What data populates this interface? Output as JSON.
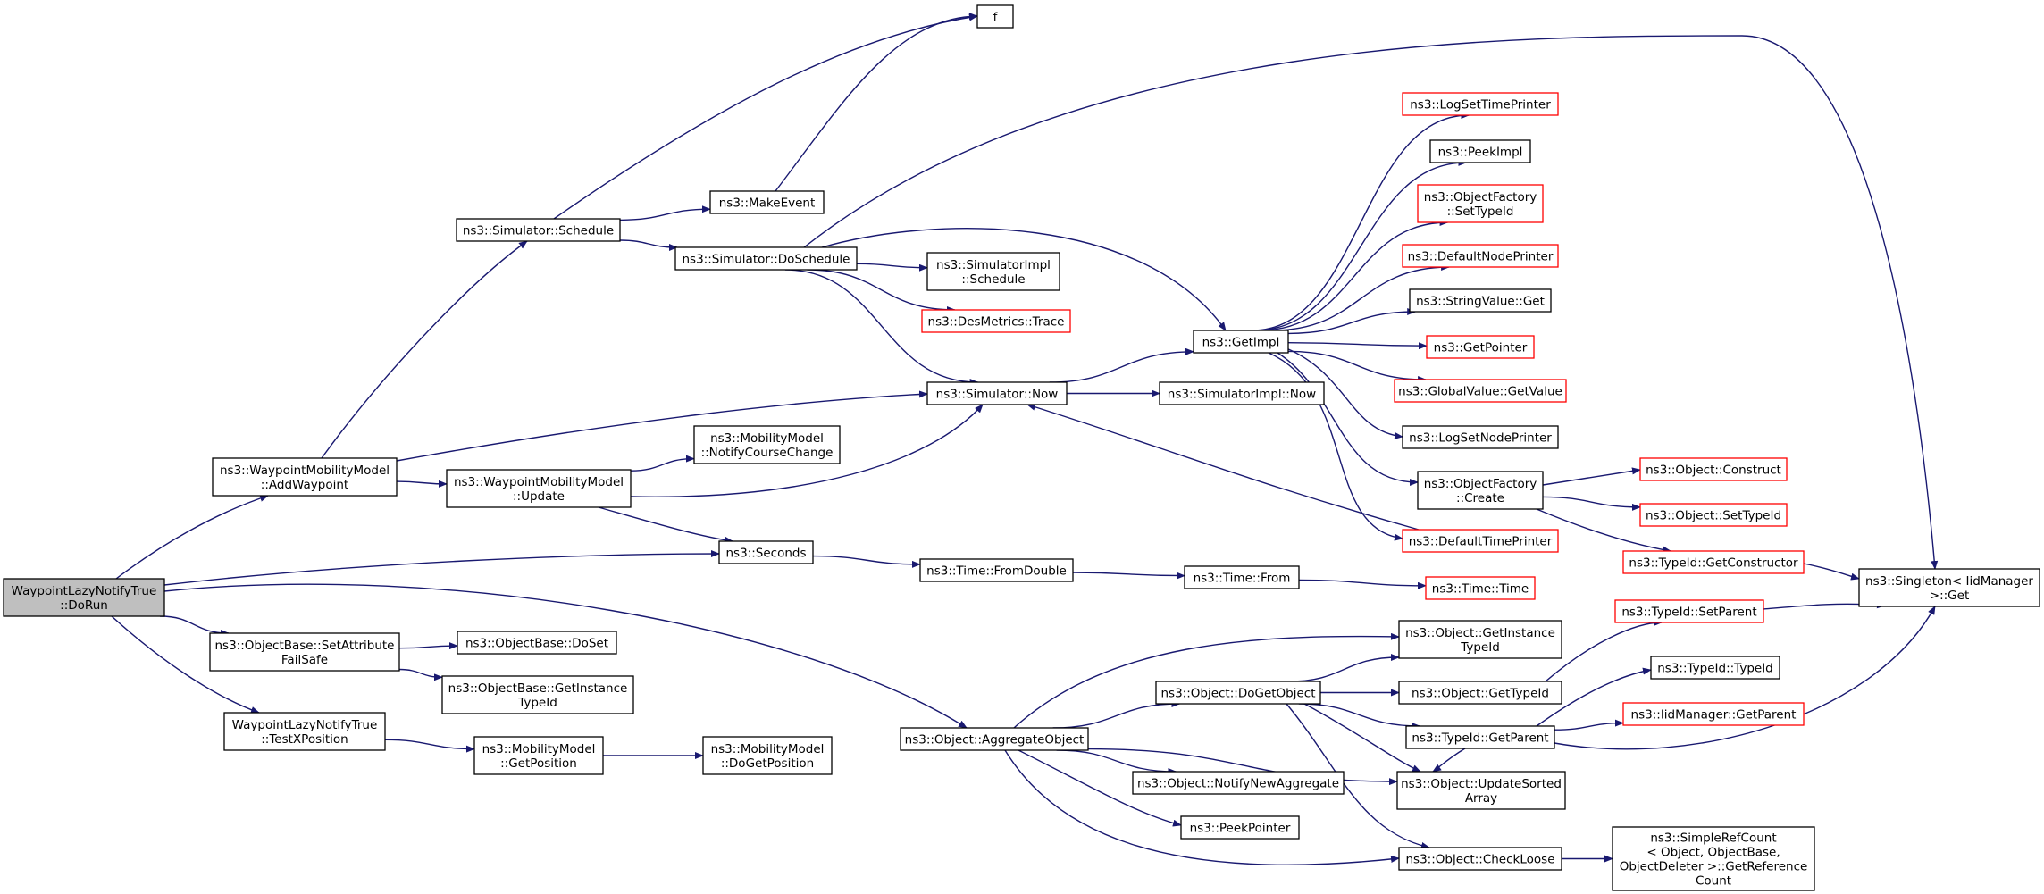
{
  "colors": {
    "edge": "#191970",
    "node_border": "#000000",
    "node_border_truncated": "#ff0000",
    "root_fill": "#bfbfbf",
    "node_fill": "#ffffff"
  },
  "nodes": {
    "n_dorun": {
      "lines": [
        "WaypointLazyNotifyTrue",
        "::DoRun"
      ],
      "style": "root"
    },
    "n_addwaypoint": {
      "lines": [
        "ns3::WaypointMobilityModel",
        "::AddWaypoint"
      ],
      "style": "normal"
    },
    "n_setattrfs": {
      "lines": [
        "ns3::ObjectBase::SetAttribute",
        "FailSafe"
      ],
      "style": "normal"
    },
    "n_testx": {
      "lines": [
        "WaypointLazyNotifyTrue",
        "::TestXPosition"
      ],
      "style": "normal"
    },
    "n_schedule": {
      "lines": [
        "ns3::Simulator::Schedule"
      ],
      "style": "normal"
    },
    "n_f": {
      "lines": [
        "f"
      ],
      "style": "normal"
    },
    "n_makeevent": {
      "lines": [
        "ns3::MakeEvent"
      ],
      "style": "normal"
    },
    "n_doschedule": {
      "lines": [
        "ns3::Simulator::DoSchedule"
      ],
      "style": "normal"
    },
    "n_simimplschedule": {
      "lines": [
        "ns3::SimulatorImpl",
        "::Schedule"
      ],
      "style": "normal"
    },
    "n_desmetrics": {
      "lines": [
        "ns3::DesMetrics::Trace"
      ],
      "style": "truncated"
    },
    "n_now": {
      "lines": [
        "ns3::Simulator::Now"
      ],
      "style": "normal"
    },
    "n_simimplnow": {
      "lines": [
        "ns3::SimulatorImpl::Now"
      ],
      "style": "normal"
    },
    "n_getimpl": {
      "lines": [
        "ns3::GetImpl"
      ],
      "style": "normal"
    },
    "n_wmmupdate": {
      "lines": [
        "ns3::WaypointMobilityModel",
        "::Update"
      ],
      "style": "normal"
    },
    "n_notifycc": {
      "lines": [
        "ns3::MobilityModel",
        "::NotifyCourseChange"
      ],
      "style": "normal"
    },
    "n_seconds": {
      "lines": [
        "ns3::Seconds"
      ],
      "style": "normal"
    },
    "n_fromdouble": {
      "lines": [
        "ns3::Time::FromDouble"
      ],
      "style": "normal"
    },
    "n_timefrom": {
      "lines": [
        "ns3::Time::From"
      ],
      "style": "normal"
    },
    "n_timetime": {
      "lines": [
        "ns3::Time::Time"
      ],
      "style": "truncated"
    },
    "n_logsettime": {
      "lines": [
        "ns3::LogSetTimePrinter"
      ],
      "style": "truncated"
    },
    "n_peekimpl": {
      "lines": [
        "ns3::PeekImpl"
      ],
      "style": "normal"
    },
    "n_ofsettypeid": {
      "lines": [
        "ns3::ObjectFactory",
        "::SetTypeId"
      ],
      "style": "truncated"
    },
    "n_defnodeprinter": {
      "lines": [
        "ns3::DefaultNodePrinter"
      ],
      "style": "truncated"
    },
    "n_strvalget": {
      "lines": [
        "ns3::StringValue::Get"
      ],
      "style": "normal"
    },
    "n_getpointer": {
      "lines": [
        "ns3::GetPointer"
      ],
      "style": "truncated"
    },
    "n_gvgetvalue": {
      "lines": [
        "ns3::GlobalValue::GetValue"
      ],
      "style": "truncated"
    },
    "n_logsetnode": {
      "lines": [
        "ns3::LogSetNodePrinter"
      ],
      "style": "normal"
    },
    "n_ofcreate": {
      "lines": [
        "ns3::ObjectFactory",
        "::Create"
      ],
      "style": "normal"
    },
    "n_deftimeprinter": {
      "lines": [
        "ns3::DefaultTimePrinter"
      ],
      "style": "truncated"
    },
    "n_objconstruct": {
      "lines": [
        "ns3::Object::Construct"
      ],
      "style": "truncated"
    },
    "n_objsettypeid": {
      "lines": [
        "ns3::Object::SetTypeId"
      ],
      "style": "truncated"
    },
    "n_getconstructor": {
      "lines": [
        "ns3::TypeId::GetConstructor"
      ],
      "style": "truncated"
    },
    "n_singleton": {
      "lines": [
        "ns3::Singleton< IidManager",
        " >::Get"
      ],
      "style": "normal"
    },
    "n_obdoset": {
      "lines": [
        "ns3::ObjectBase::DoSet"
      ],
      "style": "normal"
    },
    "n_obgetinst": {
      "lines": [
        "ns3::ObjectBase::GetInstance",
        "TypeId"
      ],
      "style": "normal"
    },
    "n_getposition": {
      "lines": [
        "ns3::MobilityModel",
        "::GetPosition"
      ],
      "style": "normal"
    },
    "n_dogetposition": {
      "lines": [
        "ns3::MobilityModel",
        "::DoGetPosition"
      ],
      "style": "normal"
    },
    "n_aggregate": {
      "lines": [
        "ns3::Object::AggregateObject"
      ],
      "style": "normal"
    },
    "n_dogetobject": {
      "lines": [
        "ns3::Object::DoGetObject"
      ],
      "style": "normal"
    },
    "n_notifynewagg": {
      "lines": [
        "ns3::Object::NotifyNewAggregate"
      ],
      "style": "normal"
    },
    "n_peekpointer": {
      "lines": [
        "ns3::PeekPointer"
      ],
      "style": "normal"
    },
    "n_objgetinst": {
      "lines": [
        "ns3::Object::GetInstance",
        "TypeId"
      ],
      "style": "normal"
    },
    "n_objgettypeid": {
      "lines": [
        "ns3::Object::GetTypeId"
      ],
      "style": "normal"
    },
    "n_tidgetparent": {
      "lines": [
        "ns3::TypeId::GetParent"
      ],
      "style": "normal"
    },
    "n_updatesorted": {
      "lines": [
        "ns3::Object::UpdateSorted",
        "Array"
      ],
      "style": "normal"
    },
    "n_checkloose": {
      "lines": [
        "ns3::Object::CheckLoose"
      ],
      "style": "normal"
    },
    "n_tidsetparent": {
      "lines": [
        "ns3::TypeId::SetParent"
      ],
      "style": "truncated"
    },
    "n_tidtypeid": {
      "lines": [
        "ns3::TypeId::TypeId"
      ],
      "style": "normal"
    },
    "n_iidgetparent": {
      "lines": [
        "ns3::IidManager::GetParent"
      ],
      "style": "truncated"
    },
    "n_simplerefcount": {
      "lines": [
        "ns3::SimpleRefCount",
        "< Object, ObjectBase,",
        " ObjectDeleter >::GetReference",
        "Count"
      ],
      "style": "normal"
    }
  },
  "edges": [
    [
      "n_dorun",
      "n_addwaypoint"
    ],
    [
      "n_dorun",
      "n_seconds"
    ],
    [
      "n_dorun",
      "n_setattrfs"
    ],
    [
      "n_dorun",
      "n_testx"
    ],
    [
      "n_dorun",
      "n_aggregate"
    ],
    [
      "n_addwaypoint",
      "n_schedule"
    ],
    [
      "n_addwaypoint",
      "n_now"
    ],
    [
      "n_addwaypoint",
      "n_wmmupdate"
    ],
    [
      "n_schedule",
      "n_f"
    ],
    [
      "n_schedule",
      "n_makeevent"
    ],
    [
      "n_schedule",
      "n_doschedule"
    ],
    [
      "n_makeevent",
      "n_f"
    ],
    [
      "n_doschedule",
      "n_singleton"
    ],
    [
      "n_doschedule",
      "n_getimpl"
    ],
    [
      "n_doschedule",
      "n_simimplschedule"
    ],
    [
      "n_doschedule",
      "n_desmetrics"
    ],
    [
      "n_doschedule",
      "n_now"
    ],
    [
      "n_now",
      "n_getimpl"
    ],
    [
      "n_now",
      "n_simimplnow"
    ],
    [
      "n_getimpl",
      "n_logsettime"
    ],
    [
      "n_getimpl",
      "n_peekimpl"
    ],
    [
      "n_getimpl",
      "n_ofsettypeid"
    ],
    [
      "n_getimpl",
      "n_defnodeprinter"
    ],
    [
      "n_getimpl",
      "n_strvalget"
    ],
    [
      "n_getimpl",
      "n_getpointer"
    ],
    [
      "n_getimpl",
      "n_gvgetvalue"
    ],
    [
      "n_getimpl",
      "n_logsetnode"
    ],
    [
      "n_getimpl",
      "n_ofcreate"
    ],
    [
      "n_getimpl",
      "n_deftimeprinter"
    ],
    [
      "n_deftimeprinter",
      "n_now"
    ],
    [
      "n_ofcreate",
      "n_objconstruct"
    ],
    [
      "n_ofcreate",
      "n_objsettypeid"
    ],
    [
      "n_ofcreate",
      "n_getconstructor"
    ],
    [
      "n_getconstructor",
      "n_singleton"
    ],
    [
      "n_wmmupdate",
      "n_notifycc"
    ],
    [
      "n_wmmupdate",
      "n_now"
    ],
    [
      "n_wmmupdate",
      "n_seconds"
    ],
    [
      "n_seconds",
      "n_fromdouble"
    ],
    [
      "n_fromdouble",
      "n_timefrom"
    ],
    [
      "n_timefrom",
      "n_timetime"
    ],
    [
      "n_setattrfs",
      "n_obdoset"
    ],
    [
      "n_setattrfs",
      "n_obgetinst"
    ],
    [
      "n_testx",
      "n_getposition"
    ],
    [
      "n_getposition",
      "n_dogetposition"
    ],
    [
      "n_aggregate",
      "n_objgetinst"
    ],
    [
      "n_aggregate",
      "n_dogetobject"
    ],
    [
      "n_aggregate",
      "n_notifynewagg"
    ],
    [
      "n_aggregate",
      "n_peekpointer"
    ],
    [
      "n_aggregate",
      "n_updatesorted"
    ],
    [
      "n_aggregate",
      "n_checkloose"
    ],
    [
      "n_dogetobject",
      "n_objgetinst"
    ],
    [
      "n_dogetobject",
      "n_objgettypeid"
    ],
    [
      "n_dogetobject",
      "n_tidgetparent"
    ],
    [
      "n_dogetobject",
      "n_updatesorted"
    ],
    [
      "n_dogetobject",
      "n_checkloose"
    ],
    [
      "n_objgettypeid",
      "n_tidsetparent"
    ],
    [
      "n_tidsetparent",
      "n_singleton"
    ],
    [
      "n_tidgetparent",
      "n_tidtypeid"
    ],
    [
      "n_tidgetparent",
      "n_iidgetparent"
    ],
    [
      "n_tidgetparent",
      "n_singleton"
    ],
    [
      "n_tidgetparent",
      "n_updatesorted"
    ],
    [
      "n_checkloose",
      "n_simplerefcount"
    ]
  ]
}
